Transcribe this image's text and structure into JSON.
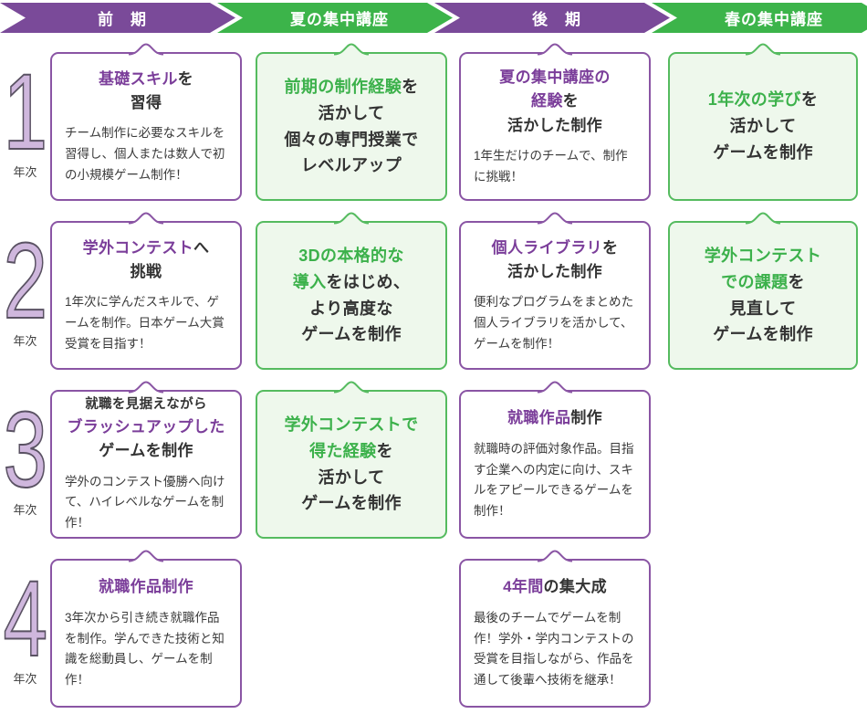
{
  "palette": {
    "header_purple": "#7a4a99",
    "header_green": "#3cb44a",
    "card_border_purple": "#8a55a4",
    "card_border_green": "#55bb5f",
    "card_fill_green": "#eef8ec",
    "accent_purple": "#7b3e9a",
    "accent_green": "#3cb14b",
    "text_dark": "#333333",
    "number_fill": "#cfb7dd",
    "number_stroke": "#5a5263"
  },
  "header": {
    "segments": [
      {
        "label": "前　期",
        "color": "purple"
      },
      {
        "label": "夏の集中講座",
        "color": "green"
      },
      {
        "label": "後　期",
        "color": "purple"
      },
      {
        "label": "春の集中講座",
        "color": "green"
      }
    ]
  },
  "rows": [
    {
      "year": {
        "number": "1",
        "suffix": "年次"
      },
      "cards": [
        {
          "col": 0,
          "theme": "purple",
          "title": [
            {
              "parts": [
                {
                  "t": "基礎スキル",
                  "accent": true
                },
                {
                  "t": "を"
                }
              ]
            },
            {
              "parts": [
                {
                  "t": "習得"
                }
              ]
            }
          ],
          "body": "チーム制作に必要なスキルを習得し、個人または数人で初の小規模ゲーム制作！"
        },
        {
          "col": 1,
          "theme": "green",
          "title": [
            {
              "parts": [
                {
                  "t": "前期の制作経験",
                  "accent": true
                },
                {
                  "t": "を"
                }
              ]
            },
            {
              "parts": [
                {
                  "t": "活かして"
                }
              ]
            },
            {
              "parts": [
                {
                  "t": "個々の専門授業で"
                }
              ]
            },
            {
              "parts": [
                {
                  "t": "レベルアップ"
                }
              ]
            }
          ]
        },
        {
          "col": 2,
          "theme": "purple",
          "title": [
            {
              "parts": [
                {
                  "t": "夏の集中講座の",
                  "accent": true
                }
              ]
            },
            {
              "parts": [
                {
                  "t": "経験",
                  "accent": true
                },
                {
                  "t": "を"
                }
              ]
            },
            {
              "parts": [
                {
                  "t": "活かした制作"
                }
              ]
            }
          ],
          "body": "1年生だけのチームで、制作に挑戦！"
        },
        {
          "col": 3,
          "theme": "green",
          "title": [
            {
              "parts": [
                {
                  "t": "1年次の学び",
                  "accent": true
                },
                {
                  "t": "を"
                }
              ]
            },
            {
              "parts": [
                {
                  "t": "活かして"
                }
              ]
            },
            {
              "parts": [
                {
                  "t": "ゲームを制作"
                }
              ]
            }
          ]
        }
      ]
    },
    {
      "year": {
        "number": "2",
        "suffix": "年次"
      },
      "cards": [
        {
          "col": 0,
          "theme": "purple",
          "title": [
            {
              "parts": [
                {
                  "t": "学外コンテスト",
                  "accent": true
                },
                {
                  "t": "へ"
                }
              ]
            },
            {
              "parts": [
                {
                  "t": "挑戦"
                }
              ]
            }
          ],
          "body": "1年次に学んだスキルで、ゲームを制作。日本ゲーム大賞受賞を目指す！"
        },
        {
          "col": 1,
          "theme": "green",
          "title": [
            {
              "parts": [
                {
                  "t": "3Dの本格的な",
                  "accent": true
                }
              ]
            },
            {
              "parts": [
                {
                  "t": "導入",
                  "accent": true
                },
                {
                  "t": "をはじめ、"
                }
              ]
            },
            {
              "parts": [
                {
                  "t": "より高度な"
                }
              ]
            },
            {
              "parts": [
                {
                  "t": "ゲームを制作"
                }
              ]
            }
          ]
        },
        {
          "col": 2,
          "theme": "purple",
          "title": [
            {
              "parts": [
                {
                  "t": "個人ライブラリ",
                  "accent": true
                },
                {
                  "t": "を"
                }
              ]
            },
            {
              "parts": [
                {
                  "t": "活かした制作"
                }
              ]
            }
          ],
          "body": "便利なプログラムをまとめた個人ライブラリを活かして、ゲームを制作！"
        },
        {
          "col": 3,
          "theme": "green",
          "title": [
            {
              "parts": [
                {
                  "t": "学外コンテスト",
                  "accent": true
                }
              ]
            },
            {
              "parts": [
                {
                  "t": "での課題",
                  "accent": true
                },
                {
                  "t": "を"
                }
              ]
            },
            {
              "parts": [
                {
                  "t": "見直して"
                }
              ]
            },
            {
              "parts": [
                {
                  "t": "ゲームを制作"
                }
              ]
            }
          ]
        }
      ]
    },
    {
      "year": {
        "number": "3",
        "suffix": "年次"
      },
      "cards": [
        {
          "col": 0,
          "theme": "purple",
          "title": [
            {
              "small": true,
              "parts": [
                {
                  "t": "就職を見据えながら"
                }
              ]
            },
            {
              "parts": [
                {
                  "t": "ブラッシュアップした",
                  "accent": true
                }
              ]
            },
            {
              "parts": [
                {
                  "t": "ゲームを制作"
                }
              ]
            }
          ],
          "body": "学外のコンテスト優勝へ向けて、ハイレベルなゲームを制作！"
        },
        {
          "col": 1,
          "theme": "green",
          "title": [
            {
              "parts": [
                {
                  "t": "学外コンテストで",
                  "accent": true
                }
              ]
            },
            {
              "parts": [
                {
                  "t": "得た経験",
                  "accent": true
                },
                {
                  "t": "を"
                }
              ]
            },
            {
              "parts": [
                {
                  "t": "活かして"
                }
              ]
            },
            {
              "parts": [
                {
                  "t": "ゲームを制作"
                }
              ]
            }
          ]
        },
        {
          "col": 2,
          "theme": "purple",
          "title": [
            {
              "parts": [
                {
                  "t": "就職作品",
                  "accent": true
                },
                {
                  "t": "制作"
                }
              ]
            }
          ],
          "body": "就職時の評価対象作品。目指す企業への内定に向け、スキルをアピールできるゲームを制作！"
        }
      ]
    },
    {
      "year": {
        "number": "4",
        "suffix": "年次"
      },
      "cards": [
        {
          "col": 0,
          "theme": "purple",
          "title": [
            {
              "parts": [
                {
                  "t": "就職作品制作",
                  "accent": true
                }
              ]
            }
          ],
          "body": "3年次から引き続き就職作品を制作。学んできた技術と知識を総動員し、ゲームを制作！"
        },
        {
          "col": 2,
          "theme": "purple",
          "title": [
            {
              "parts": [
                {
                  "t": "4年間",
                  "accent": true
                },
                {
                  "t": "の集大成"
                }
              ]
            }
          ],
          "body": "最後のチームでゲームを制作！学外・学内コンテストの受賞を目指しながら、作品を通して後輩へ技術を継承！"
        }
      ]
    }
  ]
}
